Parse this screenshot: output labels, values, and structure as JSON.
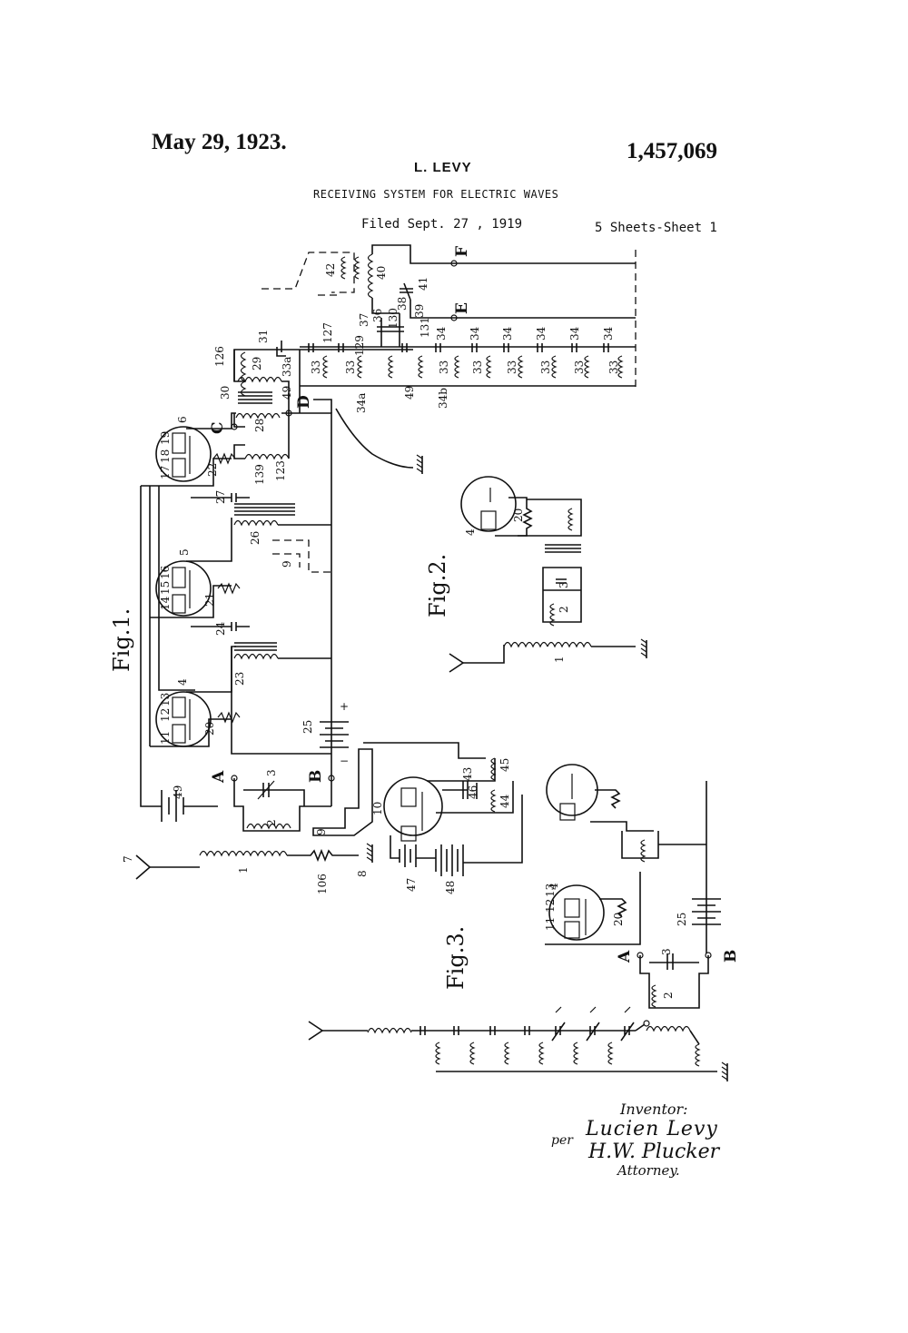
{
  "header": {
    "date": "May 29, 1923.",
    "patent_number": "1,457,069",
    "inventor": "L. LEVY",
    "title": "RECEIVING SYSTEM FOR ELECTRIC WAVES",
    "filed": "Filed Sept. 27 , 1919",
    "sheets": "5 Sheets-Sheet 1"
  },
  "figures": {
    "fig1": "Fig.1.",
    "fig2": "Fig.2.",
    "fig3": "Fig.3."
  },
  "terminals": {
    "A": "A",
    "B": "B",
    "C": "C",
    "D": "D",
    "E": "E",
    "F": "F"
  },
  "fig1_labels": {
    "n1": "1",
    "n2": "2",
    "n3": "3",
    "n4": "4",
    "n5": "5",
    "n6": "6",
    "n7": "7",
    "n8": "8",
    "n9": "9",
    "n10": "10",
    "n20": "20",
    "n21": "21",
    "n22": "22",
    "n23": "23",
    "n24": "24",
    "n25": "25",
    "n26": "26",
    "n27": "27",
    "n28": "28",
    "n29": "29",
    "n30": "30",
    "n31": "31",
    "n33": "33",
    "n33a": "33a",
    "n34": "34",
    "n34a": "34a",
    "n34b": "34b",
    "n36": "36",
    "n37": "37",
    "n38": "38",
    "n39": "39",
    "n40": "40",
    "n41": "41",
    "n42": "42",
    "n43": "43",
    "n44": "44",
    "n45": "45",
    "n46": "46",
    "n47": "47",
    "n48": "48",
    "n49": "49",
    "n106": "106",
    "n123": "123",
    "n126": "126",
    "n127": "127",
    "n129": "129",
    "n130": "130",
    "n131": "131",
    "n139": "139",
    "n11": "11",
    "n12": "12",
    "n13": "13",
    "n14": "14",
    "n15": "15",
    "n16": "16",
    "n17": "17",
    "n18": "18",
    "n19": "19"
  },
  "signature": {
    "inventor_label": "Inventor:",
    "inventor_name": "Lucien Levy",
    "per": "per",
    "attorney_name": "H.W. Plucker",
    "attorney_label": "Attorney."
  }
}
